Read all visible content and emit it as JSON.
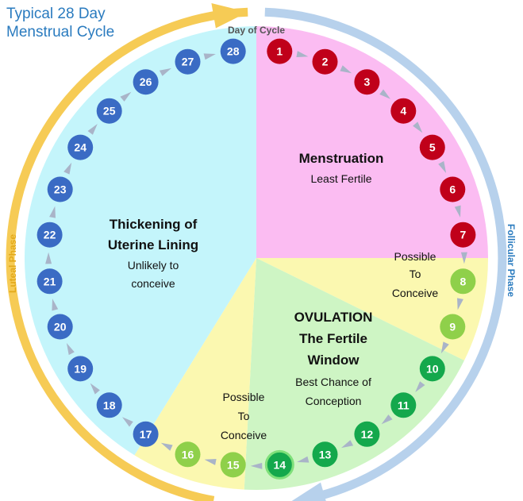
{
  "title": {
    "line1": "Typical 28 Day",
    "line2": "Menstrual Cycle"
  },
  "ring_labels": {
    "day_of_cycle": "Day of Cycle",
    "luteal_phase": "Luteal Phase",
    "follicular_phase": "Follicular Phase"
  },
  "segments": {
    "menstruation": {
      "title": "Menstruation",
      "subtitle": "Least Fertile"
    },
    "possible_early": {
      "line1": "Possible",
      "line2": "To",
      "line3": "Conceive"
    },
    "ovulation": {
      "line1": "OVULATION",
      "line2": "The Fertile",
      "line3": "Window",
      "line4": "Best Chance of",
      "line5": "Conception"
    },
    "possible_late": {
      "line1": "Possible",
      "line2": "To",
      "line3": "Conceive"
    },
    "thickening": {
      "line1": "Thickening of",
      "line2": "Uterine Lining",
      "line3": "Unlikely to",
      "line4": "conceive"
    }
  },
  "colors": {
    "menstruation_fill": "#fbbcf2",
    "possible_fill": "#fbf8b0",
    "ovulation_fill": "#cef5c4",
    "thickening_fill": "#c4f5fb",
    "day_red": "#c0001a",
    "day_lightgreen": "#8fd04a",
    "day_green": "#14a84c",
    "day_blue": "#3a6bc4",
    "luteal_arc": "#f6cb55",
    "follicular_arc": "#b7d1ec",
    "title_blue": "#2a7bbf"
  },
  "days": [
    {
      "n": "1",
      "group": "red"
    },
    {
      "n": "2",
      "group": "red"
    },
    {
      "n": "3",
      "group": "red"
    },
    {
      "n": "4",
      "group": "red"
    },
    {
      "n": "5",
      "group": "red"
    },
    {
      "n": "6",
      "group": "red"
    },
    {
      "n": "7",
      "group": "red"
    },
    {
      "n": "8",
      "group": "lightgreen"
    },
    {
      "n": "9",
      "group": "lightgreen"
    },
    {
      "n": "10",
      "group": "green"
    },
    {
      "n": "11",
      "group": "green"
    },
    {
      "n": "12",
      "group": "green"
    },
    {
      "n": "13",
      "group": "green"
    },
    {
      "n": "14",
      "group": "green"
    },
    {
      "n": "15",
      "group": "lightgreen"
    },
    {
      "n": "16",
      "group": "lightgreen"
    },
    {
      "n": "17",
      "group": "blue"
    },
    {
      "n": "18",
      "group": "blue"
    },
    {
      "n": "19",
      "group": "blue"
    },
    {
      "n": "20",
      "group": "blue"
    },
    {
      "n": "21",
      "group": "blue"
    },
    {
      "n": "22",
      "group": "blue"
    },
    {
      "n": "23",
      "group": "blue"
    },
    {
      "n": "24",
      "group": "blue"
    },
    {
      "n": "25",
      "group": "blue"
    },
    {
      "n": "26",
      "group": "blue"
    },
    {
      "n": "27",
      "group": "blue"
    },
    {
      "n": "28",
      "group": "blue"
    }
  ]
}
